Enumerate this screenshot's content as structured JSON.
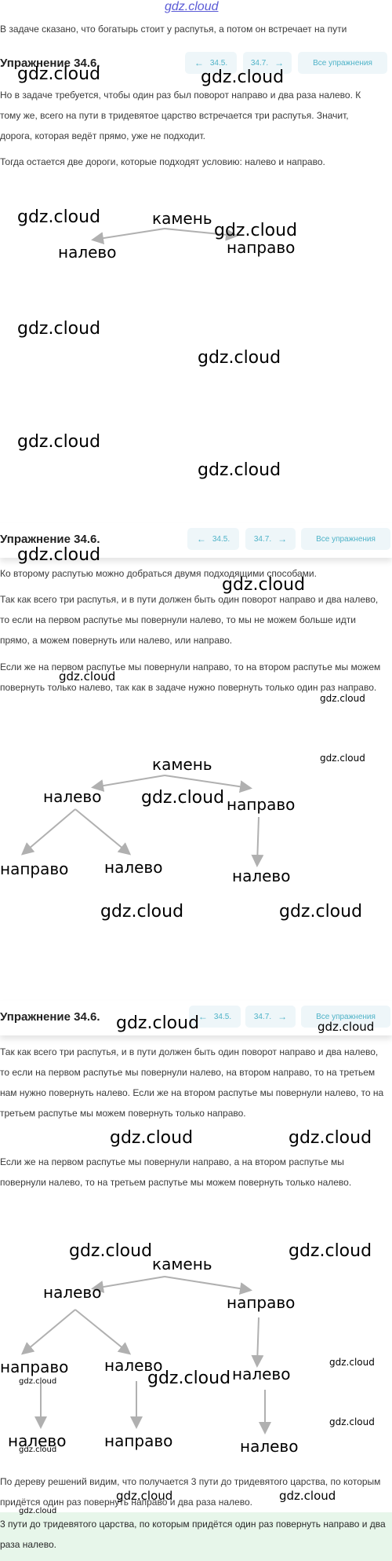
{
  "site": {
    "logo": "gdz.cloud"
  },
  "watermark": "gdz.cloud",
  "header": {
    "title": "Упражнение 34.6.",
    "prev_label": "34.5.",
    "next_label": "34.7.",
    "all_label": "Все упражнения"
  },
  "section1": {
    "intro": "В задаче сказано, что богатырь стоит у распутья, а потом он встречает на пути",
    "p1": "Но в задаче требуется, чтобы один раз был поворот направо и два раза налево. К тому же, всего на пути в тридевятое царство встречается три распутья. Значит, дорога, которая ведёт прямо, уже не подходит.",
    "p2": "Тогда остается две дороги, которые подходят условию: налево и направо.",
    "tree": {
      "root": "камень",
      "left": "налево",
      "right": "направо"
    }
  },
  "section2": {
    "p1": "Ко второму распутью можно добраться двумя подходящими способами.",
    "p2": "Так как всего три распутья, и в пути должен быть один поворот направо и два налево, то если на первом распутье мы повернули налево, то мы не можем больше идти прямо, а можем повернуть или налево, или направо.",
    "p3": "Если же на первом распутье мы повернули направо, то на втором распутье мы можем повернуть только налево, так как в задаче нужно повернуть только один раз направо.",
    "tree": {
      "root": "камень",
      "l": "налево",
      "r": "направо",
      "ll": "направо",
      "lr": "налево",
      "rr": "налево"
    }
  },
  "section3": {
    "p1": "Так как всего три распутья, и в пути должен быть один поворот направо и два налево, то если на первом распутье мы повернули налево, на втором направо, то на третьем нам нужно повернуть налево. Если же на втором распутье мы повернули налево, то на третьем распутье мы можем повернуть только направо.",
    "p2": "Если же на первом распутье мы повернули направо, а на втором распутье мы повернули налево, то на третьем распутье мы можем повернуть только налево.",
    "tree": {
      "root": "камень",
      "l": "налево",
      "r": "направо",
      "ll": "направо",
      "lr": "налево",
      "rr": "налево",
      "lll": "налево",
      "lrl": "направо",
      "rrl": "налево"
    },
    "conclusion": "По дереву решений видим, что получается 3 пути до тридевятого царства, по которым придётся один раз повернуть направо и два раза налево.",
    "answer": "3 пути до тридевятого царства, по которым придётся один раз повернуть направо и два раза налево."
  }
}
